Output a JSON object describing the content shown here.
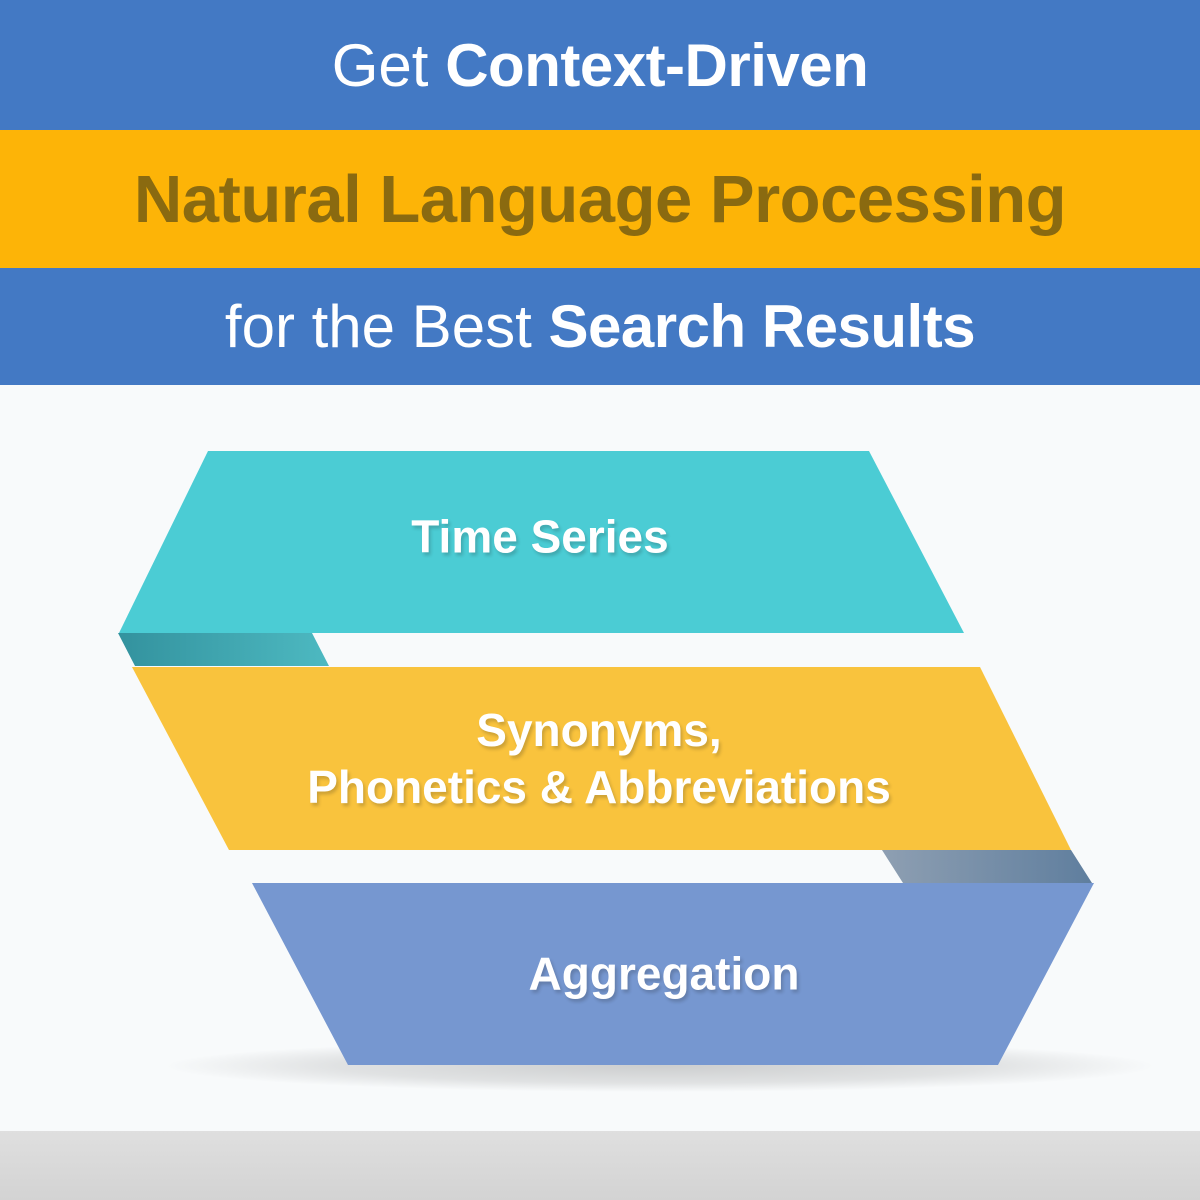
{
  "header": {
    "line1": {
      "light": "Get",
      "bold": "Context-Driven"
    },
    "line2": {
      "text": "Natural Language Processing"
    },
    "line3": {
      "light": "for the Best",
      "bold": "Search Results"
    }
  },
  "ribbon": {
    "band1": {
      "label": "Time Series"
    },
    "band2": {
      "line1": "Synonyms,",
      "line2": "Phonetics & Abbreviations"
    },
    "band3": {
      "label": "Aggregation"
    }
  },
  "colors": {
    "header_blue": "#4379c4",
    "header_yellow": "#fdb407",
    "header_yellow_text": "#8a6a10",
    "teal_band": "#4bccd4",
    "teal_fold_from": "#33929e",
    "teal_fold_to": "#4db9c1",
    "yellow_band": "#f9c33d",
    "blue_fold_from": "#8e9fb2",
    "blue_fold_to": "#5f7e9e",
    "blue_band": "#7697d0",
    "background": "#f8fafb",
    "footer_gray": "#d9d9d9",
    "label_text": "#ffffff"
  }
}
